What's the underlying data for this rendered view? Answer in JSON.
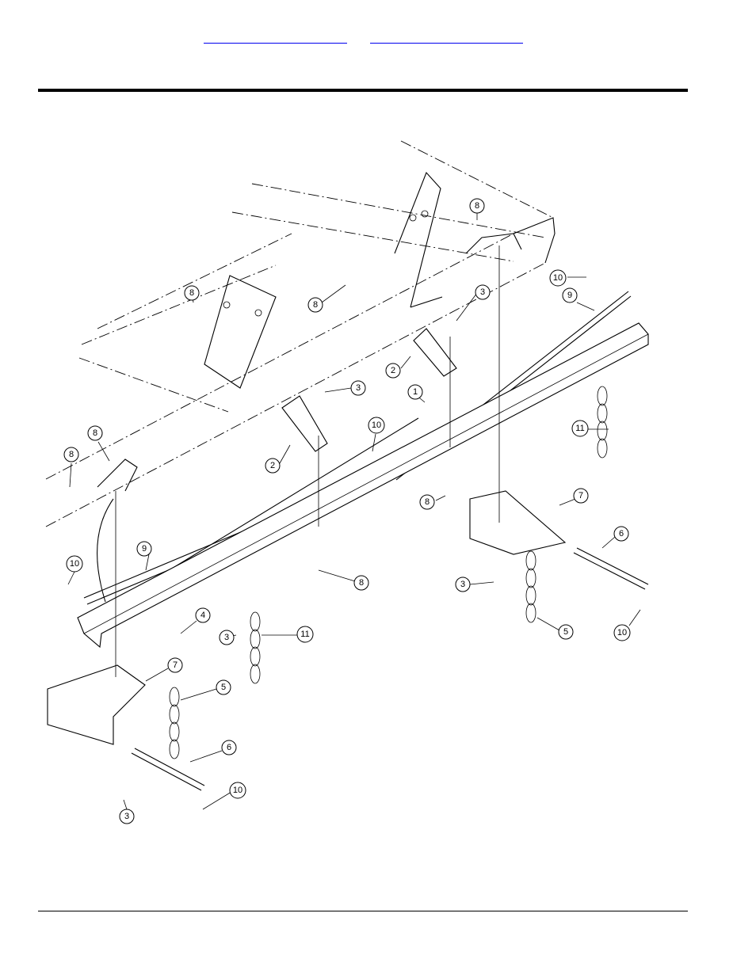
{
  "nav": {
    "link1": "",
    "link2": ""
  },
  "callouts": {
    "c1": "1",
    "c2a": "2",
    "c2b": "2",
    "c3a": "3",
    "c3b": "3",
    "c3c": "3",
    "c3d": "3",
    "c3e": "3",
    "c4": "4",
    "c5a": "5",
    "c5b": "5",
    "c6a": "6",
    "c6b": "6",
    "c7a": "7",
    "c7b": "7",
    "c8a": "8",
    "c8b": "8",
    "c8c": "8",
    "c8d": "8",
    "c8e": "8",
    "c8f": "8",
    "c8g": "8",
    "c9a": "9",
    "c9b": "9",
    "c10a": "10",
    "c10b": "10",
    "c10c": "10",
    "c10d": "10",
    "c10e": "10",
    "c11a": "11",
    "c11b": "11"
  }
}
